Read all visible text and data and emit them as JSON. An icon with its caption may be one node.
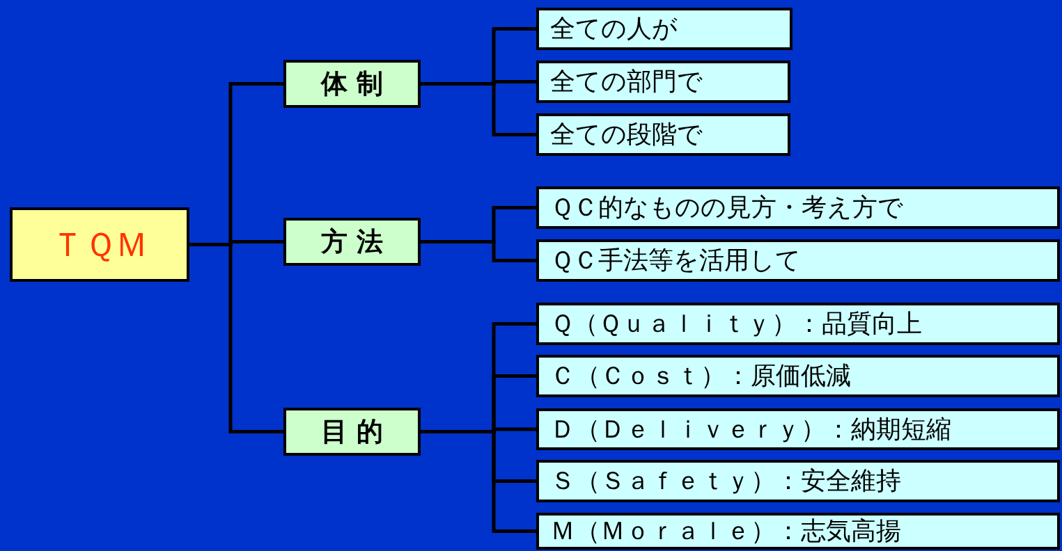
{
  "diagram": {
    "nodes": [
      {
        "text": [
          "ＴＱＭ"
        ]
      },
      {
        "text": [
          "体 制"
        ]
      },
      {
        "text": [
          "方 法"
        ]
      },
      {
        "text": [
          "目 的"
        ]
      },
      {
        "text": [
          "全ての人が"
        ]
      },
      {
        "text": [
          "全ての部門で"
        ]
      },
      {
        "text": [
          "全ての段階で"
        ]
      },
      {
        "text": [
          "ＱＣ的なものの見方・考え方で"
        ]
      },
      {
        "text": [
          "ＱＣ手法等を活用して"
        ]
      },
      {
        "text": [
          "Ｑ（Ｑｕａｌｉｔｙ）：品質向上"
        ]
      },
      {
        "text": [
          "Ｃ（Ｃｏｓｔ）：原価低減"
        ]
      },
      {
        "text": [
          "Ｄ（Ｄｅｌｉｖｅｒｙ）：納期短縮"
        ]
      },
      {
        "text": [
          "Ｓ（Ｓａｆｅｔｙ）：安全維持"
        ]
      },
      {
        "text": [
          "Ｍ（Ｍｏｒａｌｅ）：志気高揚"
        ]
      }
    ],
    "edges": [
      {
        "from": 0,
        "to": 1,
        "arrow": "none"
      },
      {
        "from": 0,
        "to": 2,
        "arrow": "none"
      },
      {
        "from": 0,
        "to": 3,
        "arrow": "none"
      },
      {
        "from": 1,
        "to": 4,
        "arrow": "none"
      },
      {
        "from": 1,
        "to": 5,
        "arrow": "none"
      },
      {
        "from": 1,
        "to": 6,
        "arrow": "none"
      },
      {
        "from": 2,
        "to": 7,
        "arrow": "none"
      },
      {
        "from": 2,
        "to": 8,
        "arrow": "none"
      },
      {
        "from": 3,
        "to": 9,
        "arrow": "none"
      },
      {
        "from": 3,
        "to": 10,
        "arrow": "none"
      },
      {
        "from": 3,
        "to": 11,
        "arrow": "none"
      },
      {
        "from": 3,
        "to": 12,
        "arrow": "none"
      },
      {
        "from": 3,
        "to": 13,
        "arrow": "none"
      }
    ]
  }
}
